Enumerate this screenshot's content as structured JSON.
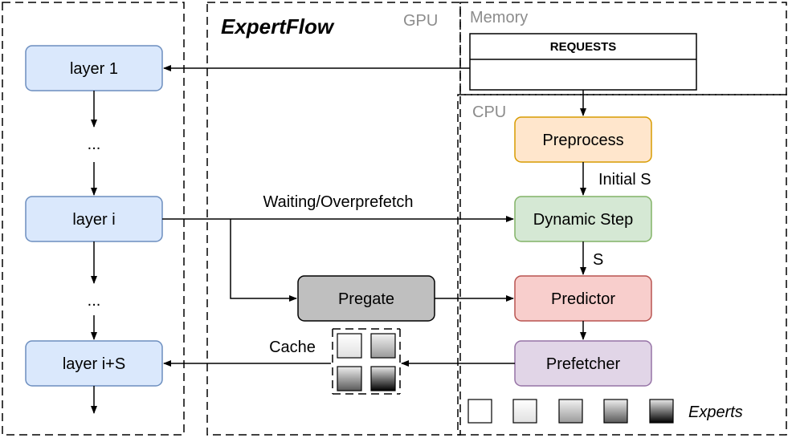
{
  "title": "ExpertFlow",
  "regions": {
    "gpu": "GPU",
    "memory": "Memory",
    "cpu": "CPU"
  },
  "memory_box": {
    "header": "REQUESTS"
  },
  "layers": {
    "layer_1": "layer 1",
    "dots_1": "...",
    "layer_i": "layer i",
    "dots_2": "...",
    "layer_i_s": "layer i+S"
  },
  "nodes": {
    "preprocess": "Preprocess",
    "dynamic_step": "Dynamic Step",
    "predictor": "Predictor",
    "prefetcher": "Prefetcher",
    "pregate": "Pregate"
  },
  "edge_labels": {
    "initial_s": "Initial S",
    "s": "S",
    "waiting": "Waiting/Overprefetch",
    "cache": "Cache"
  },
  "legend": {
    "label": "Experts"
  },
  "colors": {
    "layer_fill": "#dae8fc",
    "layer_stroke": "#6c8ebf",
    "preprocess_fill": "#ffe6cc",
    "preprocess_stroke": "#d79b00",
    "dynamic_fill": "#d5e8d4",
    "dynamic_stroke": "#82b366",
    "predictor_fill": "#f8cecc",
    "predictor_stroke": "#b85450",
    "prefetcher_fill": "#e1d5e7",
    "prefetcher_stroke": "#9673a6",
    "pregate_fill": "#bfbfbf",
    "pregate_stroke": "#000000"
  }
}
